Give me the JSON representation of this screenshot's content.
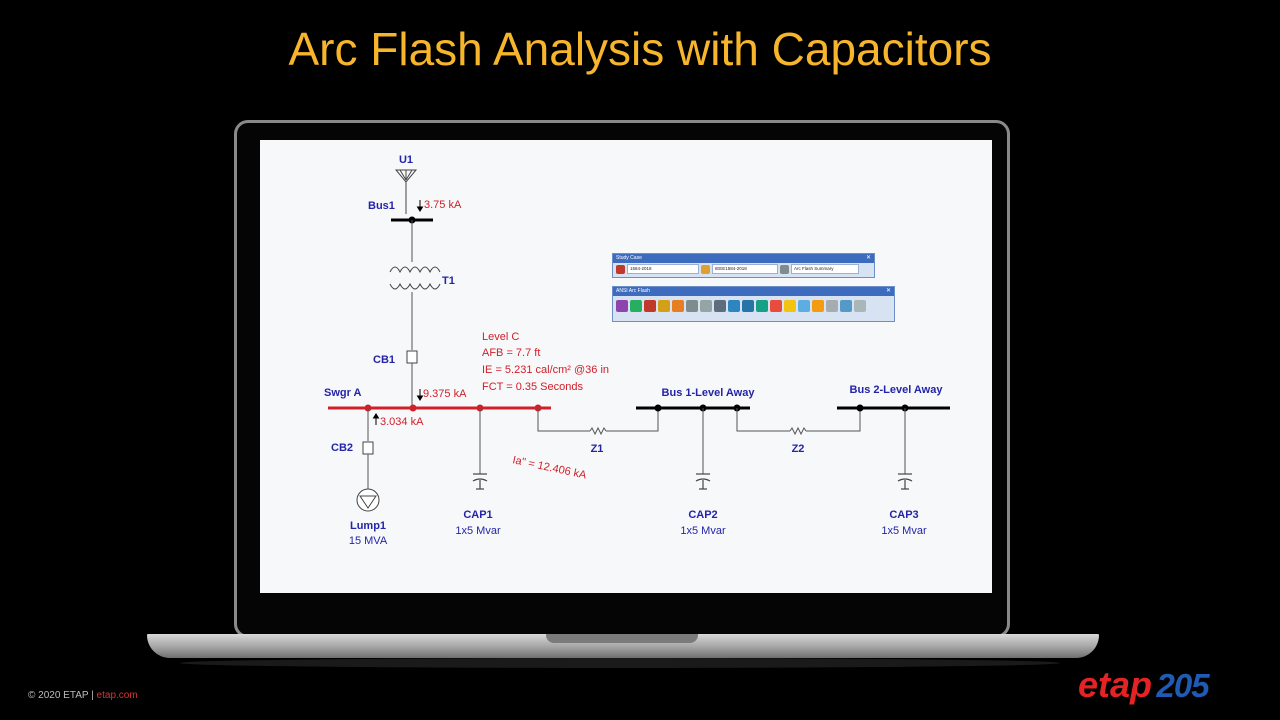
{
  "slide": {
    "title": "Arc Flash Analysis with Capacitors",
    "footer_copyright": "© 2020 ETAP",
    "footer_separator": "|",
    "footer_link": "etap.com",
    "logo_word": "etap",
    "logo_year": "20",
    "logo_year_tail": "5"
  },
  "diagram": {
    "utility": {
      "label": "U1"
    },
    "bus1": {
      "label": "Bus1",
      "fault_current": "3.75 kA"
    },
    "transformer": {
      "label": "T1"
    },
    "cb1": {
      "label": "CB1"
    },
    "cb2": {
      "label": "CB2"
    },
    "swgr": {
      "label": "Swgr A",
      "current_top": "9.375 kA",
      "current_bottom": "3.034 kA"
    },
    "results": {
      "level": "Level C",
      "afb": "AFB = 7.7 ft",
      "ie": "IE  = 5.231 cal/cm² @36 in",
      "fct": "FCT = 0.35 Seconds"
    },
    "arcing_current": "Ia\" = 12.406 kA",
    "lump": {
      "label": "Lump1",
      "rating": "15 MVA"
    },
    "cap1": {
      "label": "CAP1",
      "rating": "1x5 Mvar"
    },
    "cap2": {
      "label": "CAP2",
      "rating": "1x5 Mvar"
    },
    "cap3": {
      "label": "CAP3",
      "rating": "1x5 Mvar"
    },
    "z1": {
      "label": "Z1"
    },
    "z2": {
      "label": "Z2"
    },
    "bus_one_away": {
      "label": "Bus 1-Level Away"
    },
    "bus_two_away": {
      "label": "Bus 2-Level Away"
    }
  },
  "toolbar_study_case": {
    "title": "Study Case",
    "case": "1584-2018",
    "standard": "IEEE1584-2018",
    "report": "Arc Flash Summary"
  },
  "toolbar_arc_flash": {
    "title": "ANSI Arc Flash",
    "icons": [
      "run-arc-flash-icon",
      "bus-icon",
      "alert-icon",
      "edit-icon",
      "flag-icon",
      "tool-icon",
      "ruler-icon",
      "filter-icon",
      "sequence-icon",
      "globe-icon",
      "label-icon",
      "warning-icon",
      "image-icon",
      "report-icon",
      "help-icon",
      "stop-icon",
      "export-icon",
      "settings-icon"
    ]
  },
  "colors": {
    "title": "#f7b52b",
    "faulted_bus": "#d0202a",
    "label_blue": "#2424a8",
    "result_red": "#d0202a",
    "etap_red": "#e52325",
    "etap_blue": "#1f5bb5"
  }
}
